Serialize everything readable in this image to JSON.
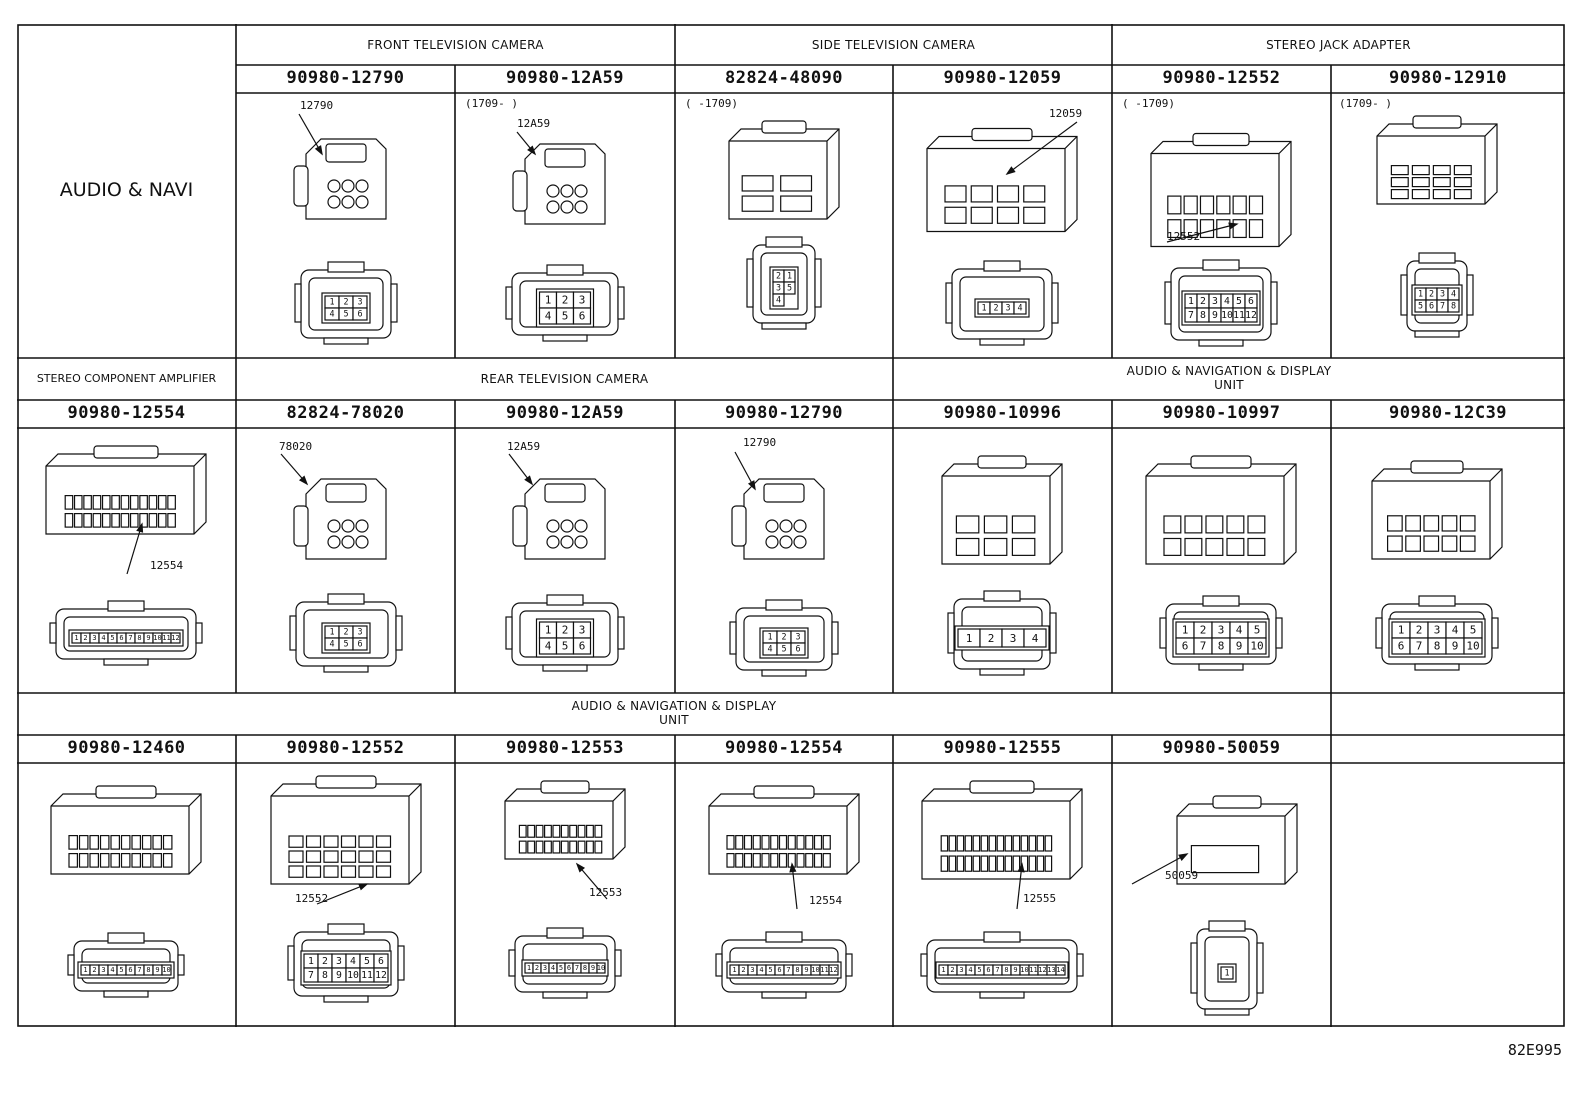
{
  "side_label": "AUDIO & NAVI",
  "headers": {
    "front_tv_camera": "FRONT TELEVISION CAMERA",
    "side_tv_camera": "SIDE TELEVISION CAMERA",
    "stereo_jack_adapter": "STEREO JACK ADAPTER",
    "stereo_component_amplifier": "STEREO COMPONENT AMPLIFIER",
    "rear_tv_camera": "REAR TELEVISION CAMERA",
    "audio_nav_unit_1_line1": "AUDIO & NAVIGATION & DISPLAY",
    "audio_nav_unit_1_line2": "UNIT",
    "audio_nav_unit_2_line1": "AUDIO & NAVIGATION & DISPLAY",
    "audio_nav_unit_2_line2": "UNIT"
  },
  "row1": [
    {
      "part": "90980-12790",
      "callout": "12790",
      "date": ""
    },
    {
      "part": "90980-12A59",
      "callout": "12A59",
      "date": "(1709-    )"
    },
    {
      "part": "82824-48090",
      "callout": "",
      "date": "(    -1709)"
    },
    {
      "part": "90980-12059",
      "callout": "12059",
      "date": ""
    },
    {
      "part": "90980-12552",
      "callout": "12552",
      "date": "(    -1709)"
    },
    {
      "part": "90980-12910",
      "callout": "",
      "date": "(1709-    )"
    }
  ],
  "row2": [
    {
      "part": "90980-12554",
      "callout": "12554"
    },
    {
      "part": "82824-78020",
      "callout": "78020"
    },
    {
      "part": "90980-12A59",
      "callout": "12A59"
    },
    {
      "part": "90980-12790",
      "callout": "12790"
    },
    {
      "part": "90980-10996",
      "callout": ""
    },
    {
      "part": "90980-10997",
      "callout": ""
    },
    {
      "part": "90980-12C39",
      "callout": ""
    }
  ],
  "row3": [
    {
      "part": "90980-12460",
      "callout": ""
    },
    {
      "part": "90980-12552",
      "callout": "12552"
    },
    {
      "part": "90980-12553",
      "callout": "12553"
    },
    {
      "part": "90980-12554",
      "callout": "12554"
    },
    {
      "part": "90980-12555",
      "callout": "12555"
    },
    {
      "part": "90980-50059",
      "callout": "50059"
    }
  ],
  "pins": {
    "p6": [
      "1",
      "2",
      "3",
      "4",
      "5",
      "6"
    ],
    "p4": [
      "2",
      "1",
      "3",
      "5",
      "4"
    ],
    "p8": [
      "1",
      "2",
      "3",
      "4",
      "5",
      "6",
      "7",
      "8"
    ],
    "p12": [
      "1",
      "2",
      "3",
      "4",
      "5",
      "6",
      "7",
      "8",
      "9",
      "10",
      "11",
      "12"
    ],
    "p10": [
      "1",
      "2",
      "3",
      "4",
      "5",
      "6",
      "7",
      "8",
      "9",
      "10"
    ],
    "p1": [
      "1"
    ]
  },
  "reference": "82E995"
}
